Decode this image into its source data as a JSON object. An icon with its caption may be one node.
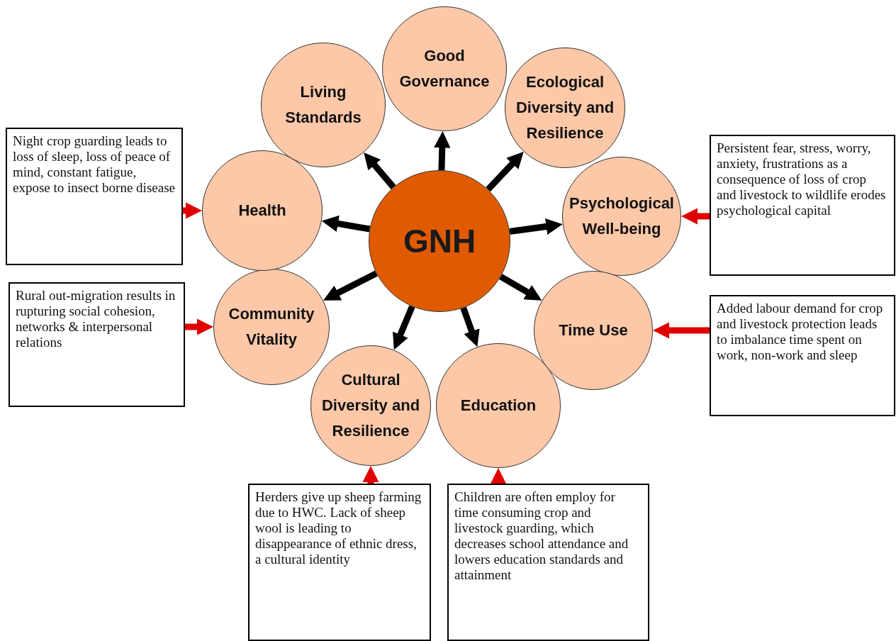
{
  "diagram": {
    "nodes": [
      {
        "text": [
          "GNH"
        ]
      },
      {
        "text": [
          "Good Governance"
        ]
      },
      {
        "text": [
          "Ecological Diversity and Resilience"
        ]
      },
      {
        "text": [
          "Psychological Well-being"
        ]
      },
      {
        "text": [
          "Time Use"
        ]
      },
      {
        "text": [
          "Education"
        ]
      },
      {
        "text": [
          "Cultural Diversity and Resilience"
        ]
      },
      {
        "text": [
          "Community Vitality"
        ]
      },
      {
        "text": [
          "Health"
        ]
      },
      {
        "text": [
          "Living Standards"
        ]
      },
      {
        "text": [
          "Night crop guarding leads to loss of sleep, loss of peace of mind, constant fatigue, expose to insect borne disease"
        ]
      },
      {
        "text": [
          "Rural out-migration results in rupturing social cohesion, networks & interpersonal relations"
        ]
      },
      {
        "text": [
          "Persistent fear, stress, worry, anxiety, frustrations as a consequence of loss of crop and livestock to wildlife erodes psychological capital"
        ]
      },
      {
        "text": [
          "Added labour demand for crop and livestock protection leads to imbalance time spent on work, non-work and sleep"
        ]
      },
      {
        "text": [
          "Herders give up sheep farming due to HWC. Lack of sheep wool is leading to disappearance of ethnic dress, a cultural identity"
        ]
      },
      {
        "text": [
          "Children are often employ for time consuming crop and livestock guarding, which decreases school attendance and lowers education standards and attainment"
        ]
      }
    ],
    "edges": [
      {
        "from": 0,
        "to": 1,
        "arrow": "to"
      },
      {
        "from": 0,
        "to": 2,
        "arrow": "to"
      },
      {
        "from": 0,
        "to": 3,
        "arrow": "to"
      },
      {
        "from": 0,
        "to": 4,
        "arrow": "to"
      },
      {
        "from": 0,
        "to": 5,
        "arrow": "to"
      },
      {
        "from": 0,
        "to": 6,
        "arrow": "to"
      },
      {
        "from": 0,
        "to": 7,
        "arrow": "to"
      },
      {
        "from": 0,
        "to": 8,
        "arrow": "to"
      },
      {
        "from": 0,
        "to": 9,
        "arrow": "to"
      },
      {
        "from": 10,
        "to": 8,
        "arrow": "to",
        "color": "#e00000"
      },
      {
        "from": 11,
        "to": 7,
        "arrow": "to",
        "color": "#e00000"
      },
      {
        "from": 12,
        "to": 3,
        "arrow": "to",
        "color": "#e00000"
      },
      {
        "from": 13,
        "to": 4,
        "arrow": "to",
        "color": "#e00000"
      },
      {
        "from": 14,
        "to": 6,
        "arrow": "to",
        "color": "#e00000"
      },
      {
        "from": 15,
        "to": 5,
        "arrow": "to",
        "color": "#e00000"
      }
    ]
  }
}
